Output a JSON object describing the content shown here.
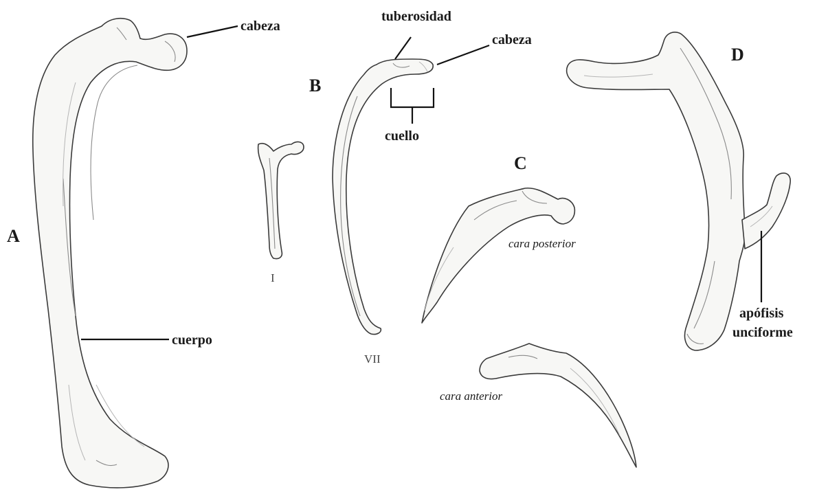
{
  "panels": {
    "a": {
      "letter": "A",
      "labels": {
        "head": "cabeza",
        "body": "cuerpo"
      }
    },
    "b": {
      "letter": "B",
      "labels": {
        "tuberosity": "tuberosidad",
        "head": "cabeza",
        "neck": "cuello"
      },
      "rib_numbers": {
        "first": "I",
        "seventh": "VII"
      }
    },
    "c": {
      "letter": "C",
      "labels": {
        "posterior": "cara posterior",
        "anterior": "cara anterior"
      }
    },
    "d": {
      "letter": "D",
      "labels": {
        "uncinate_1": "apófisis",
        "uncinate_2": "unciforme"
      }
    }
  }
}
